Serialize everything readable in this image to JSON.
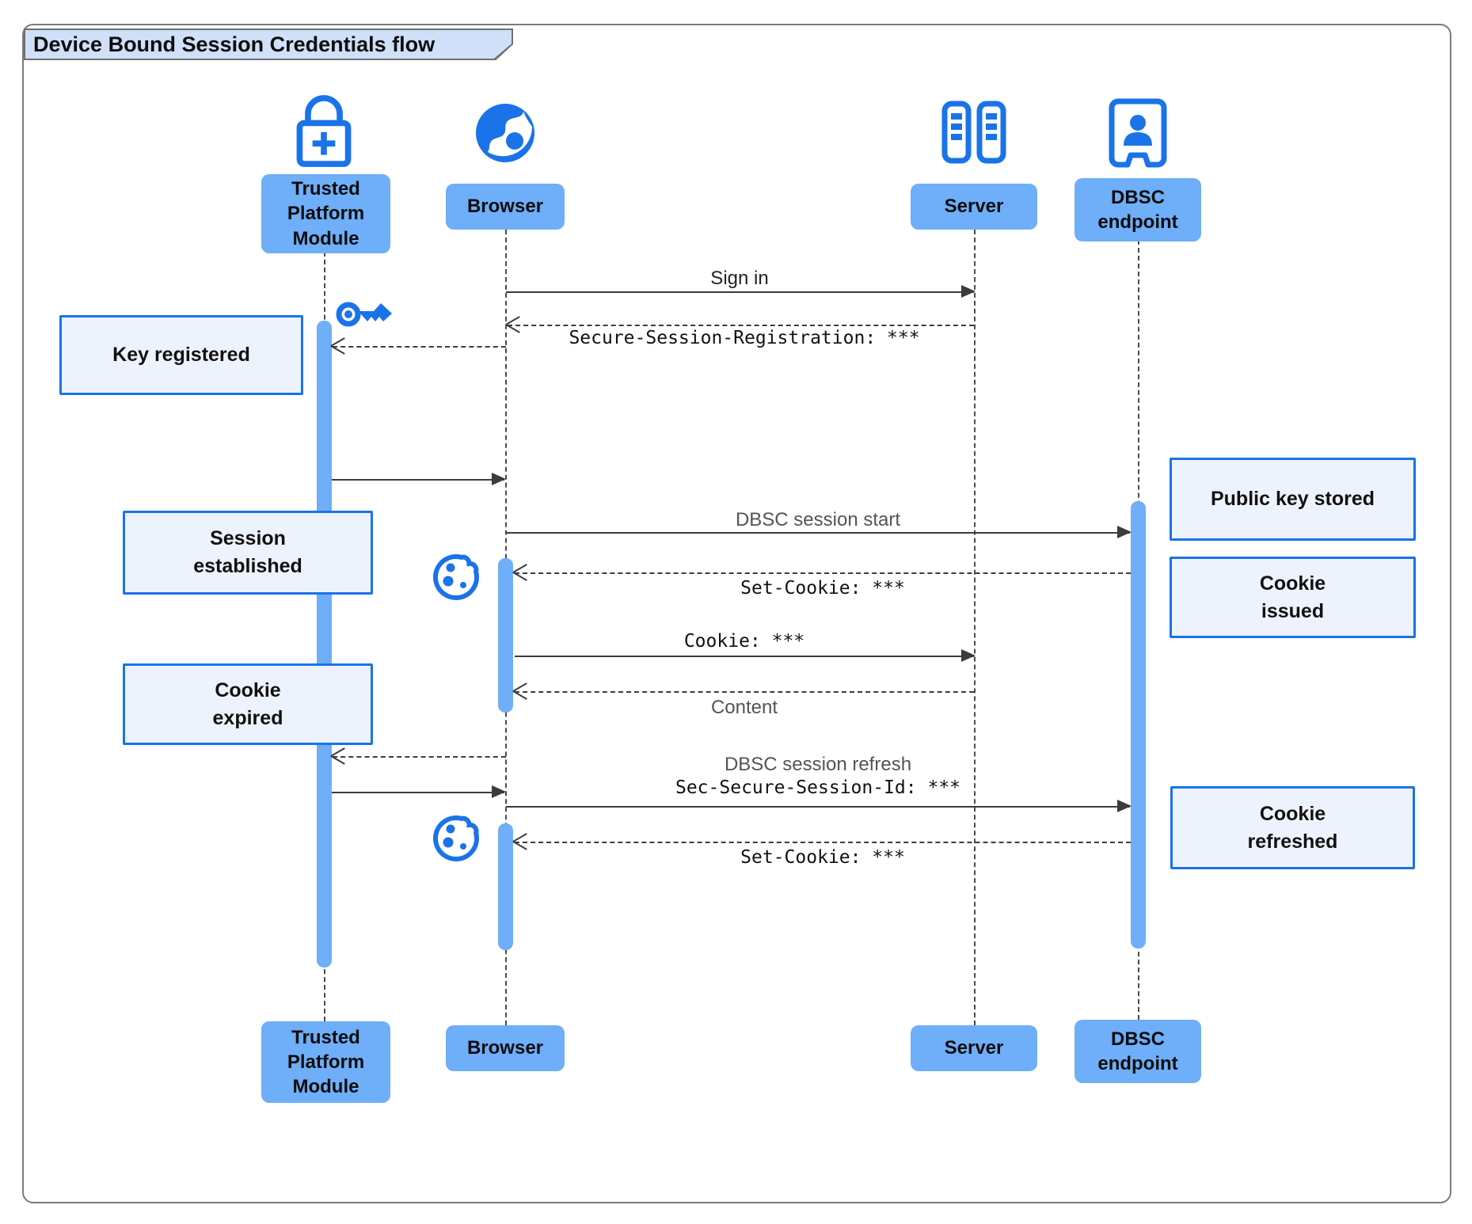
{
  "title": "Device Bound Session Credentials flow",
  "colors": {
    "accent_blue": "#1a73e8",
    "actor_fill": "#6faef8",
    "note_fill": "#edf3fc",
    "title_tab_fill": "#cfe0f8",
    "line_color": "#3c3c3c"
  },
  "actors": [
    {
      "id": "tpm",
      "label": "Trusted\nPlatform\nModule",
      "icon": "lock-plus-icon"
    },
    {
      "id": "browser",
      "label": "Browser",
      "icon": "globe-icon"
    },
    {
      "id": "server",
      "label": "Server",
      "icon": "server-rack-icon"
    },
    {
      "id": "dbsc",
      "label": "DBSC\nendpoint",
      "icon": "door-person-icon"
    }
  ],
  "messages": [
    {
      "label": "Sign in",
      "from": "Browser",
      "to": "Server",
      "style": "solid"
    },
    {
      "label": "Secure-Session-Registration: ***",
      "from": "Server",
      "to": "Browser",
      "style": "dashed"
    },
    {
      "label": "",
      "from": "Browser",
      "to": "Trusted Platform Module",
      "style": "dashed"
    },
    {
      "label": "",
      "from": "Trusted Platform Module",
      "to": "Browser",
      "style": "solid"
    },
    {
      "label": "DBSC session start",
      "from": "Browser",
      "to": "DBSC endpoint",
      "style": "solid"
    },
    {
      "label": "Set-Cookie: ***",
      "from": "DBSC endpoint",
      "to": "Browser",
      "style": "dashed"
    },
    {
      "label": "Cookie: ***",
      "from": "Browser",
      "to": "Server",
      "style": "solid"
    },
    {
      "label": "Content",
      "from": "Server",
      "to": "Browser",
      "style": "dashed"
    },
    {
      "label": "",
      "from": "Browser",
      "to": "Trusted Platform Module",
      "style": "dashed"
    },
    {
      "label": "",
      "from": "Trusted Platform Module",
      "to": "Browser",
      "style": "solid"
    },
    {
      "label_top": "DBSC session refresh",
      "label_bottom": "Sec-Secure-Session-Id: ***",
      "from": "Browser",
      "to": "DBSC endpoint",
      "style": "solid"
    },
    {
      "label": "Set-Cookie: ***",
      "from": "DBSC endpoint",
      "to": "Browser",
      "style": "dashed"
    }
  ],
  "notes": {
    "key_registered": {
      "label": "Key registered"
    },
    "session_established": {
      "label": "Session\nestablished"
    },
    "cookie_expired": {
      "label": "Cookie\nexpired"
    },
    "public_key_stored": {
      "label": "Public key stored"
    },
    "cookie_issued": {
      "label": "Cookie\nissued"
    },
    "cookie_refreshed": {
      "label": "Cookie\nrefreshed"
    }
  },
  "decorations": [
    "key-icon",
    "cookie-icon",
    "cookie-icon"
  ]
}
